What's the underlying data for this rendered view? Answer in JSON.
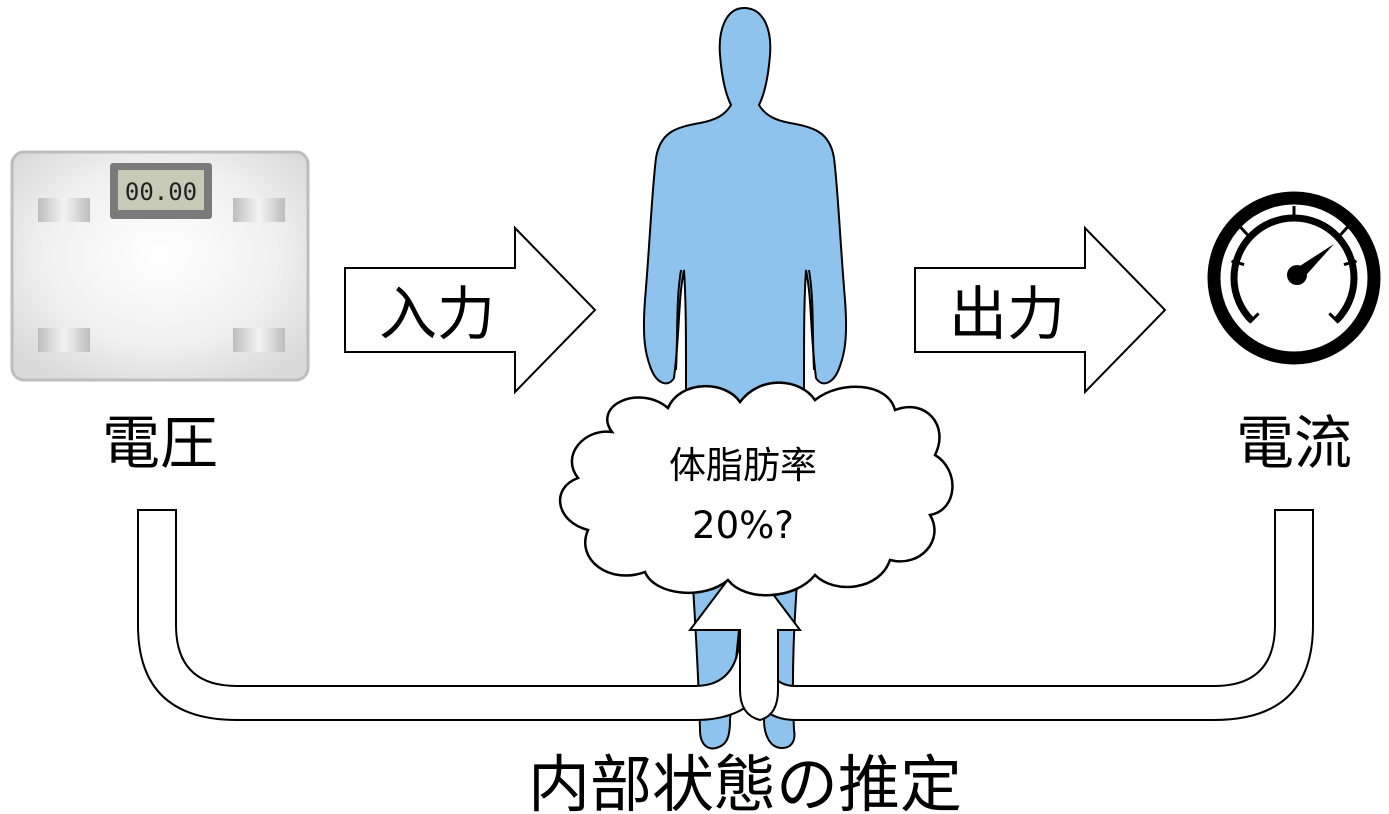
{
  "scale": {
    "display_value": "00.00"
  },
  "labels": {
    "input_arrow": "入力",
    "output_arrow": "出力",
    "voltage": "電圧",
    "current": "電流",
    "cloud_line1": "体脂肪率",
    "cloud_line2": "20%?",
    "bottom_caption": "内部状態の推定"
  },
  "colors": {
    "body_fill": "#8ec3ee",
    "outline": "#000000",
    "scale_bg": "#e9e9e9",
    "scale_border": "#bdbdbd",
    "display_screen": "#c8cab8",
    "display_bezel": "#7a7a7a"
  },
  "icons": {
    "scale": "bathroom-scale-icon",
    "gauge": "ammeter-gauge-icon",
    "person": "human-silhouette-icon"
  }
}
